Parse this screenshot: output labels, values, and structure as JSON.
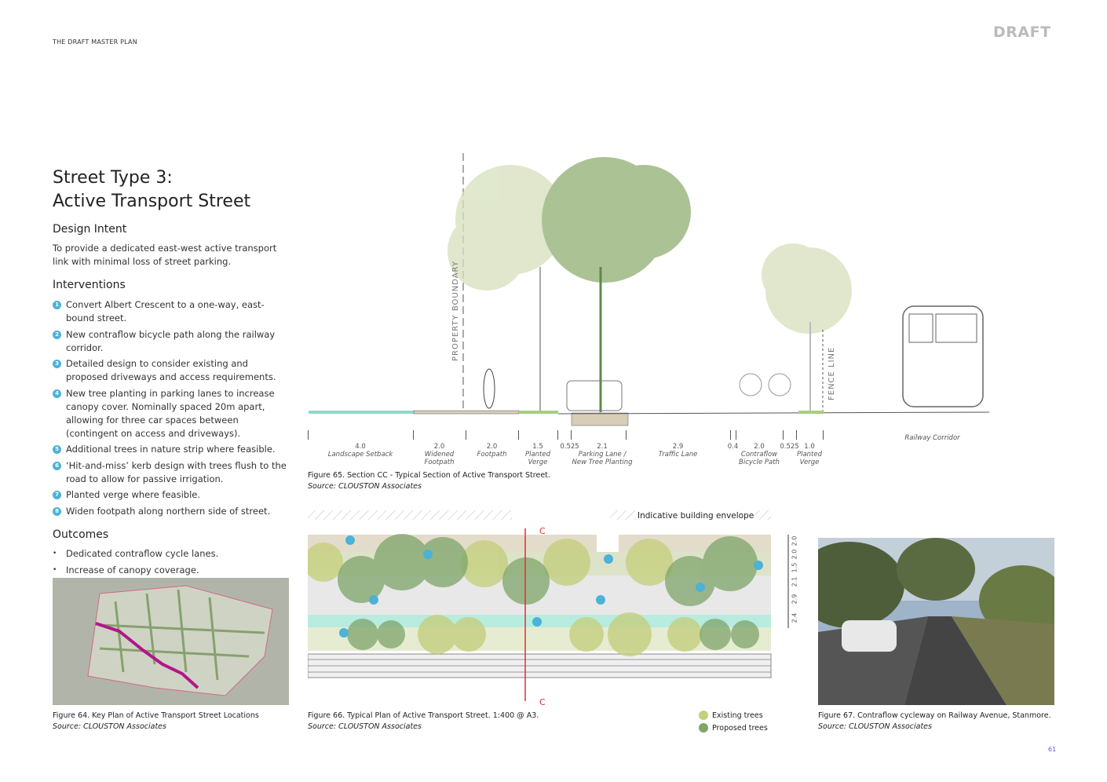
{
  "header": {
    "section": "THE DRAFT MASTER PLAN",
    "stamp": "DRAFT",
    "page_number": "61"
  },
  "title": {
    "line1": "Street Type 3:",
    "line2": "Active Transport Street"
  },
  "design_intent": {
    "heading": "Design Intent",
    "text": "To provide a dedicated east-west active transport link with minimal loss of street parking."
  },
  "interventions": {
    "heading": "Interventions",
    "items": [
      {
        "n": "1",
        "text": "Convert Albert Crescent to a one-way, east-bound street."
      },
      {
        "n": "2",
        "text": "New contraflow bicycle path along the railway corridor."
      },
      {
        "n": "3",
        "text": "Detailed design to consider existing and proposed driveways and access requirements."
      },
      {
        "n": "4",
        "text": "New tree planting in parking lanes to increase canopy cover. Nominally spaced 20m apart, allowing for three car spaces between (contingent on access and driveways)."
      },
      {
        "n": "5",
        "text": "Additional trees in nature strip where feasible."
      },
      {
        "n": "6",
        "text": "‘Hit-and-miss’ kerb design with trees flush to the road to allow for passive irrigation."
      },
      {
        "n": "7",
        "text": "Planted verge where feasible."
      },
      {
        "n": "8",
        "text": "Widen footpath along northern side of street."
      }
    ]
  },
  "outcomes": {
    "heading": "Outcomes",
    "items": [
      "Dedicated contraflow cycle lanes.",
      "Increase of canopy coverage."
    ]
  },
  "section": {
    "labels": {
      "property_boundary": "PROPERTY BOUNDARY",
      "fence_line": "FENCE LINE",
      "railway": "Railway Corridor"
    },
    "dims": [
      {
        "v": "4.0",
        "l1": "Landscape Setback",
        "l2": ""
      },
      {
        "v": "2.0",
        "l1": "Widened",
        "l2": "Footpath"
      },
      {
        "v": "2.0",
        "l1": "Footpath",
        "l2": ""
      },
      {
        "v": "1.5",
        "l1": "Planted",
        "l2": "Verge"
      },
      {
        "v": "0.525",
        "l1": "",
        "l2": ""
      },
      {
        "v": "2.1",
        "l1": "Parking Lane /",
        "l2": "New Tree Planting"
      },
      {
        "v": "2.9",
        "l1": "Traffic Lane",
        "l2": ""
      },
      {
        "v": "0.4",
        "l1": "",
        "l2": ""
      },
      {
        "v": "2.0",
        "l1": "Contraflow",
        "l2": "Bicycle Path"
      },
      {
        "v": "0.525",
        "l1": "",
        "l2": ""
      },
      {
        "v": "1.0",
        "l1": "Planted",
        "l2": "Verge"
      }
    ],
    "caption": "Figure 65.    Section CC - Typical Section of Active Transport Street.",
    "source": "Source: CLOUSTON Associates"
  },
  "plan": {
    "envelope": "Indicative building envelope",
    "section_marker": "C",
    "side_dims": [
      "2.0",
      "2.0",
      "1.5",
      "2.1",
      "2.9",
      "2.4"
    ],
    "caption": "Figure 66.    Typical Plan of Active Transport Street. 1:400 @ A3.",
    "source": "Source: CLOUSTON Associates",
    "legend": [
      {
        "label": "Existing trees",
        "color": "#c5cf7e"
      },
      {
        "label": "Proposed trees",
        "color": "#7ea56a"
      }
    ]
  },
  "keyplan": {
    "caption": "Figure 64.    Key Plan of Active Transport Street Locations",
    "source": "Source: CLOUSTON Associates"
  },
  "photo": {
    "caption": "Figure 67.    Contraflow cycleway on Railway Avenue, Stanmore.",
    "source": "Source: CLOUSTON Associates"
  }
}
